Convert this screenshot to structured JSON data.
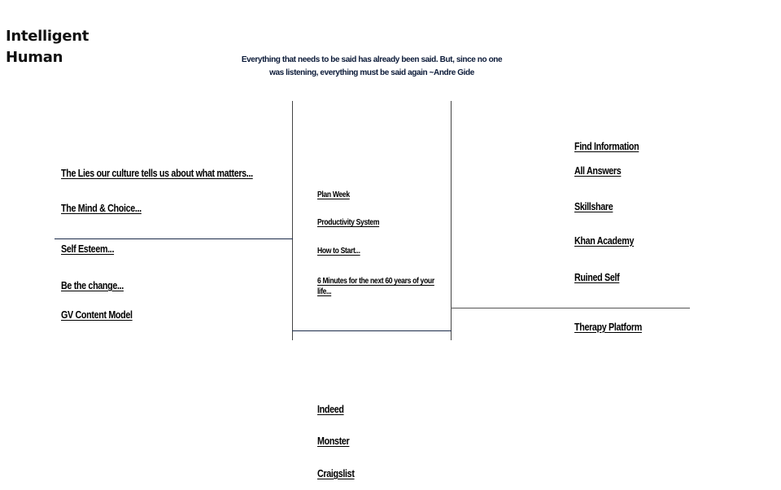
{
  "header": {
    "title_line1": "Intelligent",
    "title_line2": "Human",
    "quote_line1": "Everything that needs to be said has already been said. But, since no one",
    "quote_line2": "was listening, everything must be said again ~Andre Gide"
  },
  "left_column": {
    "links": [
      "The Lies our culture tells us about what matters...",
      "The Mind & Choice...",
      "Self Esteem...",
      "Be the change...",
      "GV Content Model"
    ]
  },
  "center_column": {
    "links": [
      "Plan Week",
      "Productivity System",
      "How to Start...",
      "6 Minutes for the next 60 years of your life..."
    ]
  },
  "right_column": {
    "links": [
      "Find Information",
      "All Answers",
      "Skillshare",
      "Khan Academy",
      "Ruined Self",
      "Therapy Platform"
    ]
  },
  "bottom_column": {
    "links": [
      "Indeed",
      "Monster",
      "Craigslist"
    ]
  },
  "colors": {
    "lines": "#444444",
    "accent_lines": "#1c2b4a",
    "quote_text": "#0b1a38"
  }
}
